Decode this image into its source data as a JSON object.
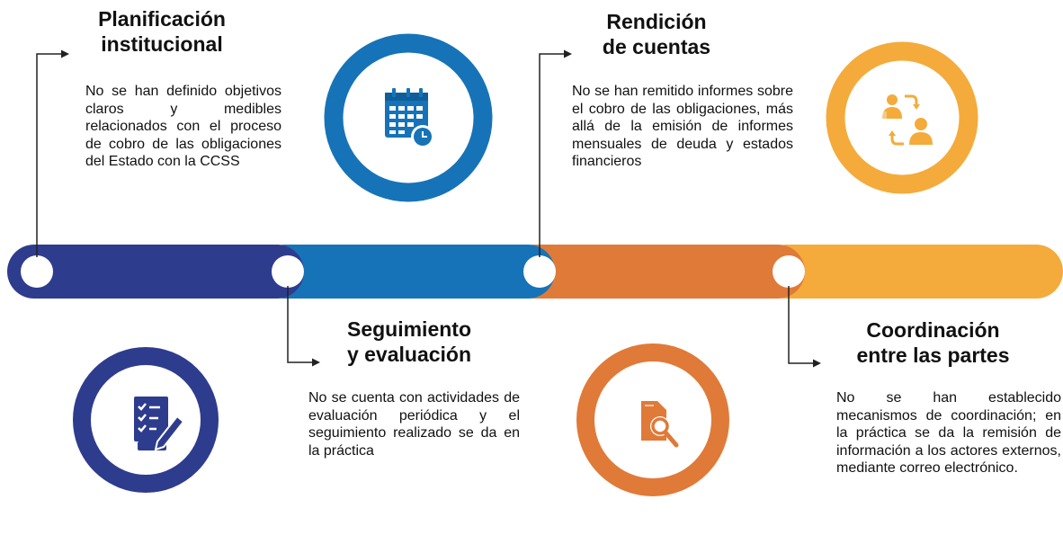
{
  "colors": {
    "navy": "#2e3c8e",
    "blue": "#1673b8",
    "orange": "#e07a38",
    "gold": "#f4ab3b"
  },
  "stages": [
    {
      "title": "Planificación\ninstitucional",
      "description": "No se han definido objetivos claros y medibles relacionados con el proceso de cobro de las obligaciones del Estado con la CCSS",
      "icon": "calendar-clock-icon"
    },
    {
      "title": "Seguimiento\ny evaluación",
      "description": "No se cuenta con actividades de evaluación periódica y el seguimiento realizado se da en la práctica",
      "icon": "checklist-pen-icon"
    },
    {
      "title": "Rendición\nde cuentas",
      "description": "No se han remitido informes sobre el cobro de las obligaciones, más allá de la emisión de informes mensuales de deuda y estados financieros",
      "icon": "document-search-icon"
    },
    {
      "title": "Coordinación\nentre las partes",
      "description": "No se han establecido mecanismos de coordinación; en la práctica se da la remisión de información a los actores externos, mediante correo electrónico.",
      "icon": "people-exchange-icon"
    }
  ]
}
